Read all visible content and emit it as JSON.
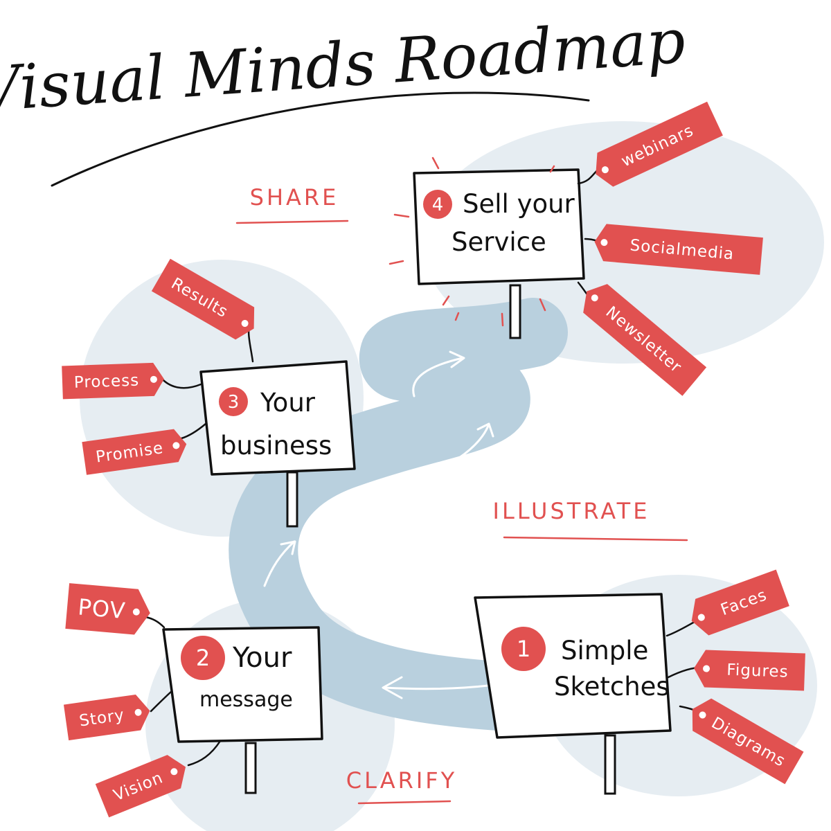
{
  "title": "Visual Minds Roadmap",
  "colors": {
    "accent": "#e15150",
    "road": "#b9d0de",
    "bubble": "#e6edf2",
    "ink": "#111111"
  },
  "stages": {
    "share": "SHARE",
    "illustrate": "ILLUSTRATE",
    "clarify": "CLARIFY"
  },
  "signs": {
    "sign1": {
      "number": "1",
      "line1": "Simple",
      "line2": "Sketches"
    },
    "sign2": {
      "number": "2",
      "line1": "Your",
      "line2": "message"
    },
    "sign3": {
      "number": "3",
      "line1": "Your",
      "line2": "business"
    },
    "sign4": {
      "number": "4",
      "line1": "Sell your",
      "line2": "Service"
    }
  },
  "tags": {
    "faces": "Faces",
    "figures": "Figures",
    "diagrams": "Diagrams",
    "pov": "POV",
    "story": "Story",
    "vision": "Vision",
    "results": "Results",
    "process": "Process",
    "promise": "Promise",
    "webinars": "webinars",
    "socialmedia": "Socialmedia",
    "newsletter": "Newsletter"
  }
}
